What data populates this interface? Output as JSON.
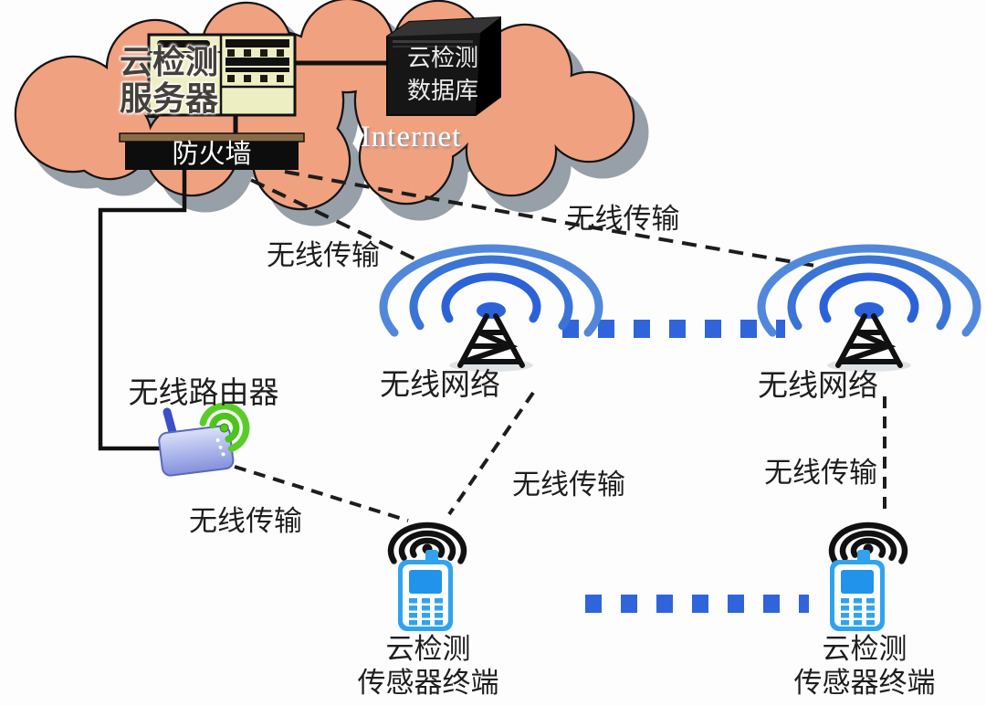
{
  "cloud": {
    "label": "Internet"
  },
  "server": {
    "line1": "云检测",
    "line2": "服务器"
  },
  "database": {
    "line1": "云检测",
    "line2": "数据库"
  },
  "firewall": {
    "label": "防火墙"
  },
  "router": {
    "label": "无线路由器"
  },
  "network_left": {
    "label": "无线网络"
  },
  "network_right": {
    "label": "无线网络"
  },
  "terminal_left": {
    "line1": "云检测",
    "line2": "传感器终端"
  },
  "terminal_right": {
    "line1": "云检测",
    "line2": "传感器终端"
  },
  "links": {
    "cloud_tower_left": "无线传输",
    "cloud_tower_right": "无线传输",
    "router_terminal": "无线传输",
    "tower_terminal_mid": "无线传输",
    "tower_terminal_right": "无线传输"
  },
  "colors": {
    "cloud_fill": "#F0A180",
    "cloud_shadow": "#97A0A9",
    "outline": "#141414",
    "blue_dash": "#3064DA",
    "arc_inner": "#2B62D8",
    "arc_mid": "#3A74D4",
    "arc_outer": "#5188DB",
    "phone_blue": "#2FA3F0",
    "router_green": "#55CB20",
    "server_fill": "#EDEFC3",
    "firewall_lid": "#8A6B49",
    "database_fill": "#161616"
  }
}
